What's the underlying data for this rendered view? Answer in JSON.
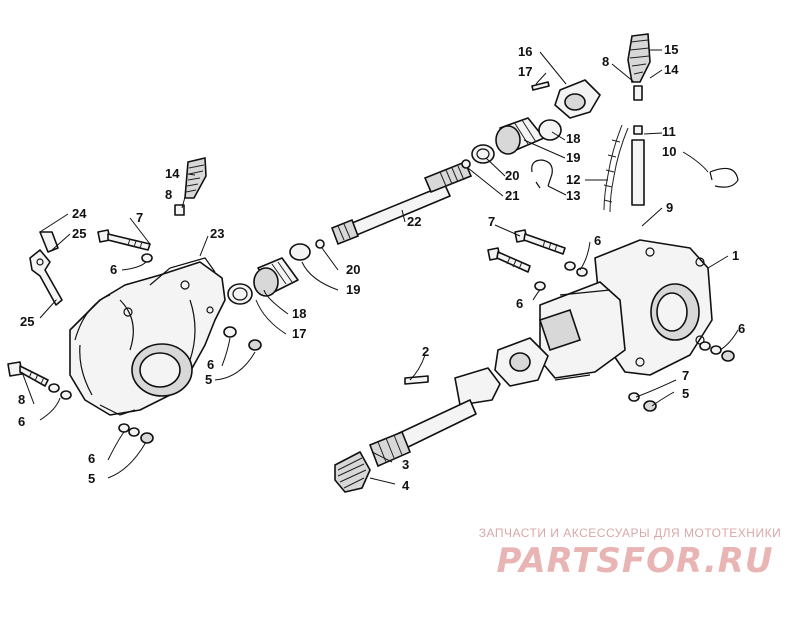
{
  "callouts": [
    "1",
    "2",
    "3",
    "4",
    "5",
    "5",
    "5",
    "6",
    "6",
    "6",
    "6",
    "6",
    "6",
    "6",
    "7",
    "7",
    "7",
    "8",
    "8",
    "8",
    "9",
    "10",
    "11",
    "12",
    "13",
    "14",
    "14",
    "15",
    "16",
    "17",
    "17",
    "18",
    "18",
    "19",
    "19",
    "20",
    "20",
    "21",
    "22",
    "23",
    "24",
    "25"
  ],
  "watermark": {
    "tagline": "ЗАПЧАСТИ И АКСЕССУАРЫ ДЛЯ МОТОТЕХНИКИ",
    "logo": "PARTSFOR.RU",
    "color": "#e8b4b4"
  }
}
